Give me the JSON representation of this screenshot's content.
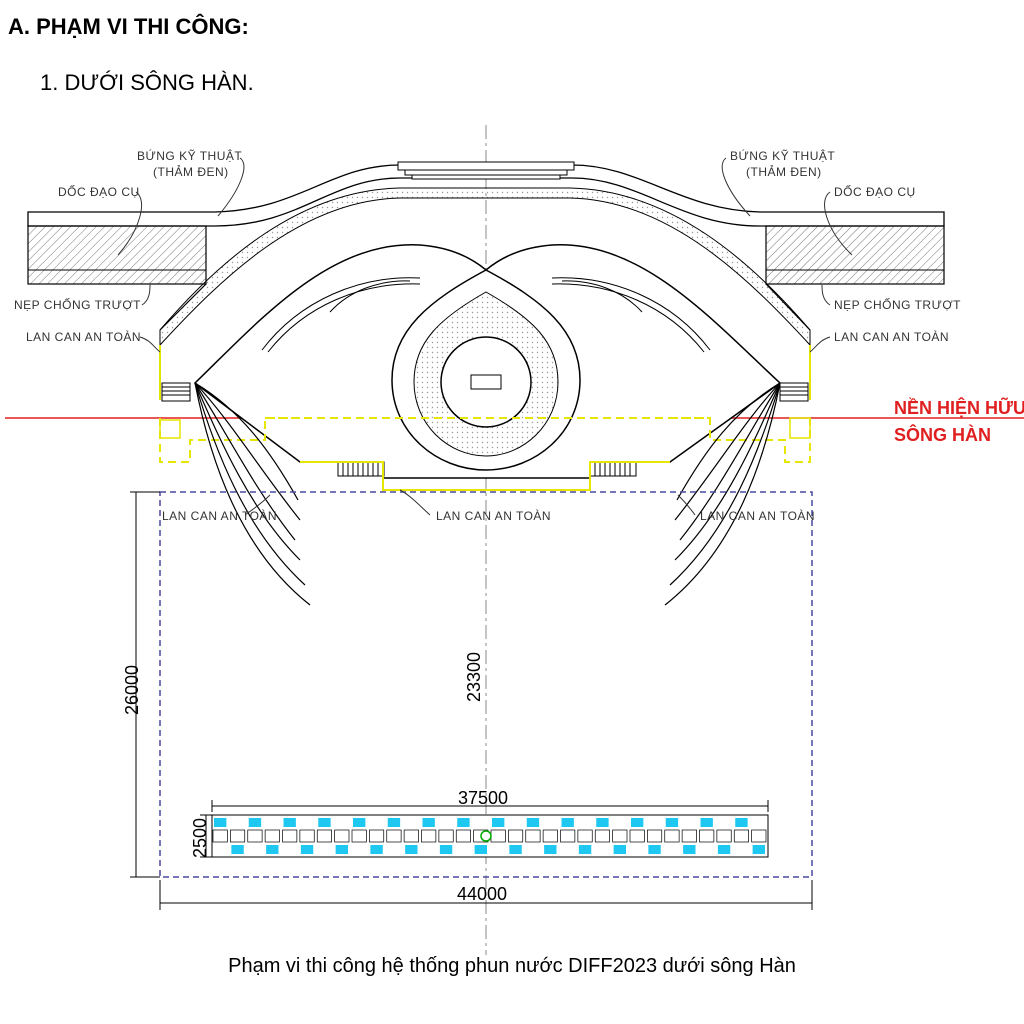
{
  "heading": "A.  PHẠM VI THI CÔNG:",
  "subheading": "1.  DƯỚI SÔNG HÀN.",
  "caption": "Phạm vi thi công hệ thống phun nước DIFF2023 dưới sông Hàn",
  "labels": {
    "bung_ky_thuat": "BỨNG KỸ THUẬT",
    "tham_den": "(THẢM ĐEN)",
    "doc_dao_cu": "DỐC ĐẠO CỤ",
    "nep_chong_truot": "NẸP CHỐNG TRƯỢT",
    "lan_can_an_toan": "LAN CAN AN TOÀN",
    "nen_hien_huu_1": "NỀN HIỆN HỮU",
    "nen_hien_huu_2": "SÔNG HÀN"
  },
  "dimensions": {
    "height_total": "26000",
    "height_inner": "23300",
    "width_fountain": "37500",
    "height_fountain": "2500",
    "width_total": "44000"
  },
  "colors": {
    "red": "#e02020",
    "yellow": "#e6e600",
    "blue_dash": "#4a4aa0",
    "cyan": "#1ec8f0"
  }
}
